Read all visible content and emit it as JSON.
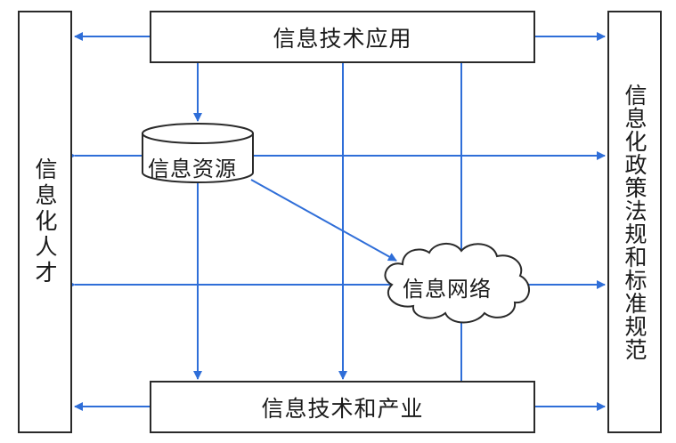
{
  "diagram": {
    "top_box": "信息技术应用",
    "bottom_box": "信息技术和产业",
    "left_box": "信息化人才",
    "right_box": "信息化政策法规和标准规范",
    "database_node": "信息资源",
    "cloud_node": "信息网络"
  },
  "colors": {
    "arrow": "#2f6ed8",
    "outline": "#2a2a2a",
    "text": "#1a1a1a",
    "background": "#ffffff"
  }
}
